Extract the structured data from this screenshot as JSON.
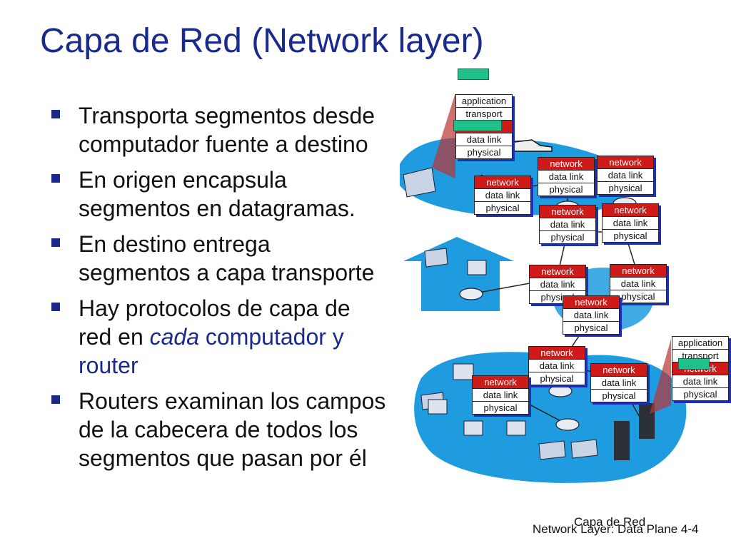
{
  "title": "Capa de Red (Network layer)",
  "bullets": [
    {
      "text": "Transporta segmentos desde computador fuente a destino"
    },
    {
      "text": "En origen encapsula segmentos en datagramas."
    },
    {
      "text": "En destino entrega segmentos a capa transporte"
    },
    {
      "pre": "Hay protocolos de capa de red en ",
      "em": "cada",
      "post": " computador y router"
    },
    {
      "text": "Routers examinan los campos de la cabecera de todos los segmentos que pasan por él"
    }
  ],
  "labels": {
    "application": "application",
    "transport": "transport",
    "network": "network",
    "data_link": "data link",
    "physical": "physical"
  },
  "footer": {
    "line1": "Capa de Red",
    "line2": "Network Layer: Data Plane  4-4"
  },
  "colors": {
    "title": "#1a2a8c",
    "network_layer": "#cf1a1a",
    "packet": "#20c08a",
    "network_cloud": "#1f9be0",
    "router_stack_shadow": "#1b2fb8"
  }
}
